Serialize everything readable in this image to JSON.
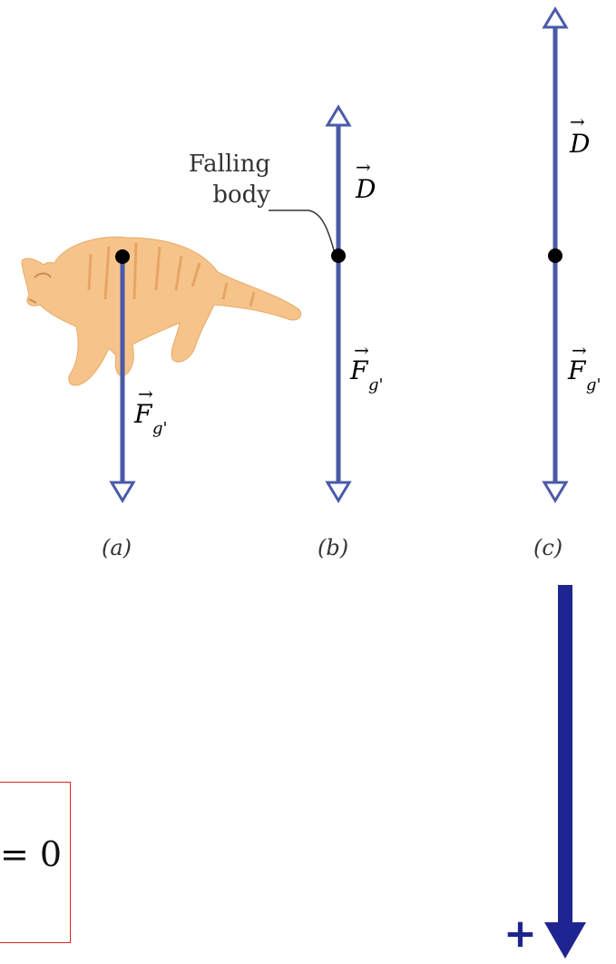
{
  "panels": [
    {
      "label": "(a)",
      "force_down": "F",
      "force_down_sub": "g'"
    },
    {
      "label": "(b)",
      "force_up": "D",
      "force_down": "F",
      "force_down_sub": "g'",
      "callout": "Falling\nbody"
    },
    {
      "label": "(c)",
      "force_up": "D",
      "force_down": "F",
      "force_down_sub": "g'"
    }
  ],
  "callout": {
    "line1": "Falling",
    "line2": "body"
  },
  "equation_fragment": "= 0",
  "positive_direction_sign": "+",
  "colors": {
    "vector": "#4a5aa8",
    "positive_axis": "#1f2590",
    "box_border": "#dd2222",
    "cat_fill": "#f6c48a"
  }
}
